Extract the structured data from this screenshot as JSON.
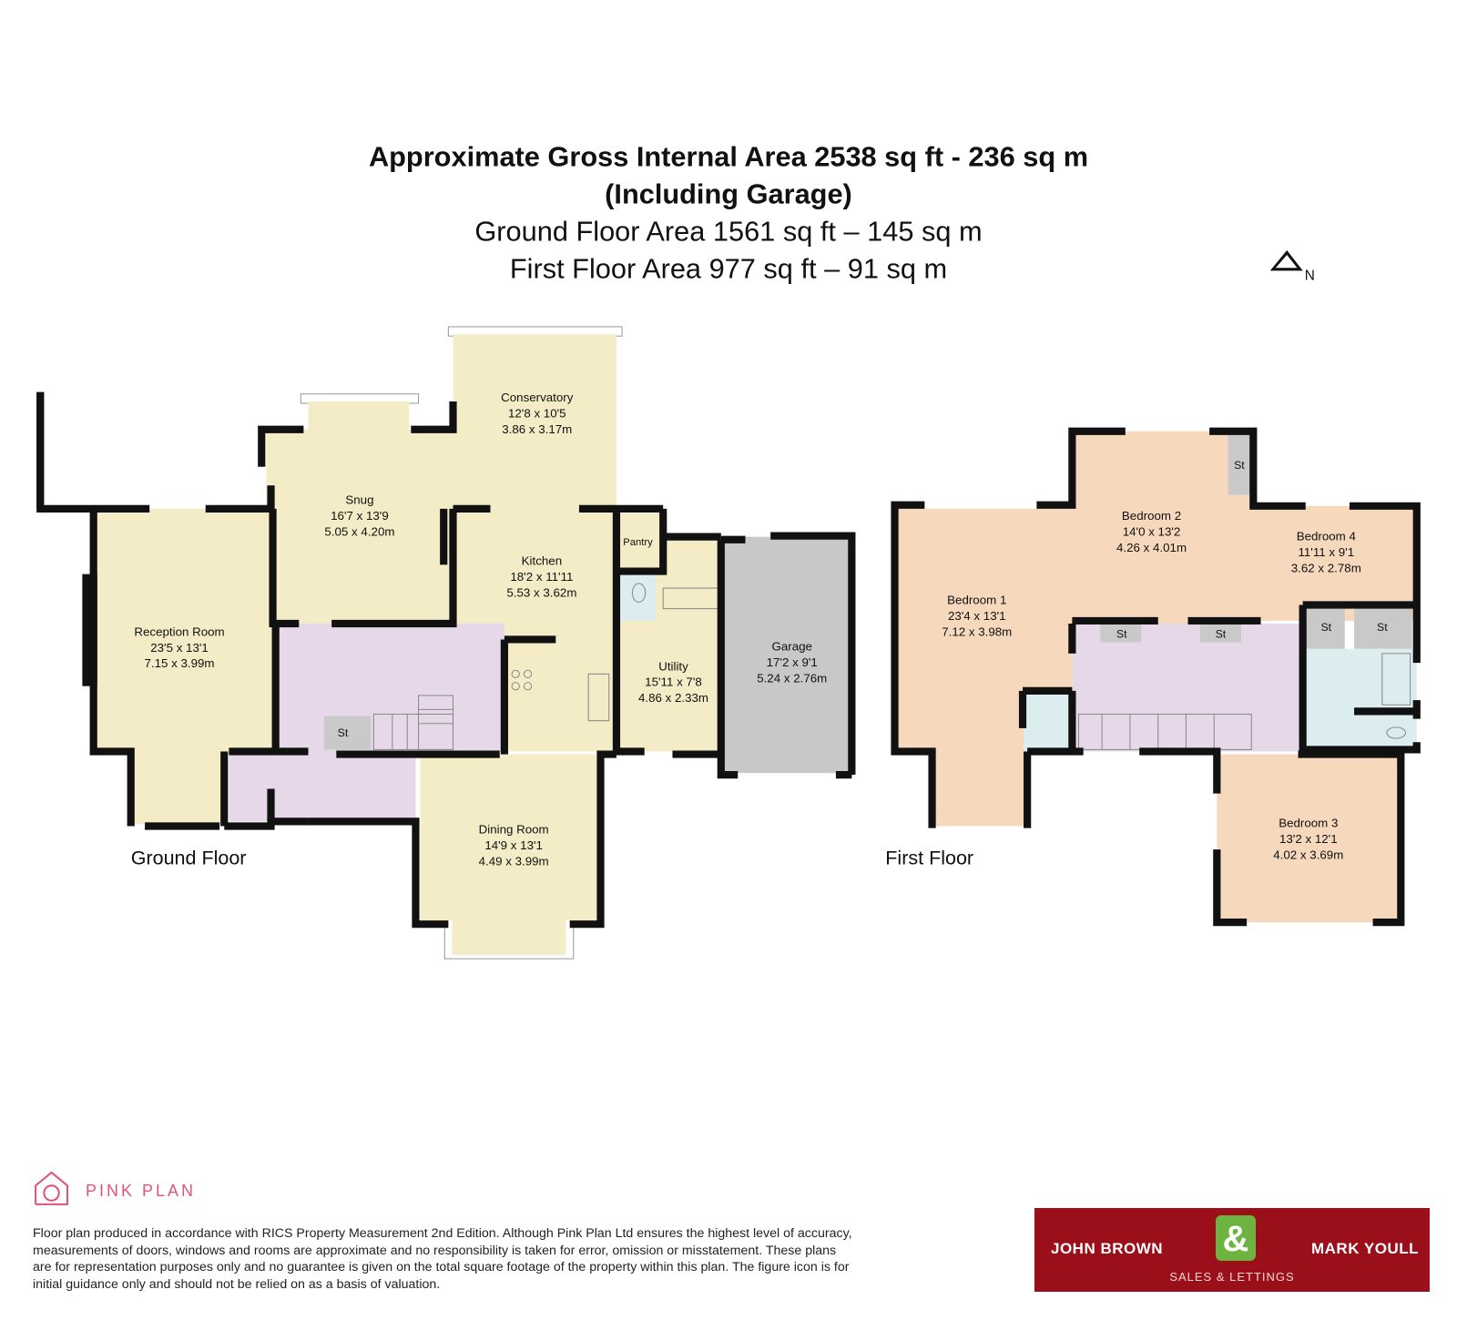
{
  "header": {
    "title_line1": "Approximate Gross Internal Area 2538 sq ft - 236 sq m",
    "title_line2": "(Including Garage)",
    "ground_area": "Ground Floor Area 1561 sq ft – 145 sq m",
    "first_area": "First Floor Area 977 sq ft – 91 sq m",
    "compass_label": "N"
  },
  "ground_floor": {
    "label": "Ground Floor",
    "rooms": {
      "conservatory": {
        "name": "Conservatory",
        "imperial": "12'8 x 10'5",
        "metric": "3.86 x 3.17m"
      },
      "snug": {
        "name": "Snug",
        "imperial": "16'7 x 13'9",
        "metric": "5.05 x 4.20m"
      },
      "kitchen": {
        "name": "Kitchen",
        "imperial": "18'2 x 11'11",
        "metric": "5.53 x 3.62m"
      },
      "pantry": {
        "name": "Pantry"
      },
      "reception": {
        "name": "Reception Room",
        "imperial": "23'5 x 13'1",
        "metric": "7.15 x 3.99m"
      },
      "utility": {
        "name": "Utility",
        "imperial": "15'11 x 7'8",
        "metric": "4.86 x 2.33m"
      },
      "garage": {
        "name": "Garage",
        "imperial": "17'2 x 9'1",
        "metric": "5.24 x 2.76m"
      },
      "dining": {
        "name": "Dining Room",
        "imperial": "14'9 x 13'1",
        "metric": "4.49 x 3.99m"
      },
      "store": {
        "name": "St"
      }
    }
  },
  "first_floor": {
    "label": "First Floor",
    "rooms": {
      "bedroom1": {
        "name": "Bedroom 1",
        "imperial": "23'4 x 13'1",
        "metric": "7.12 x 3.98m"
      },
      "bedroom2": {
        "name": "Bedroom 2",
        "imperial": "14'0 x 13'2",
        "metric": "4.26 x 4.01m"
      },
      "bedroom3": {
        "name": "Bedroom 3",
        "imperial": "13'2 x 12'1",
        "metric": "4.02 x 3.69m"
      },
      "bedroom4": {
        "name": "Bedroom 4",
        "imperial": "11'11 x 9'1",
        "metric": "3.62 x 2.78m"
      },
      "store": {
        "name": "St"
      }
    }
  },
  "footer": {
    "brand": "PINK PLAN",
    "disclaimer": "Floor plan produced in accordance with RICS Property Measurement 2nd Edition. Although Pink Plan Ltd ensures the highest level of accuracy, measurements of doors, windows and rooms are approximate and no responsibility is taken for error, omission or misstatement. These plans are for representation purposes only and no guarantee is given on the total square footage of the property within this plan. The figure icon is for initial guidance only and should not be relied on as a basis of valuation.",
    "agent_left": "JOHN BROWN",
    "agent_amp": "&",
    "agent_right": "MARK YOULL",
    "agent_tagline": "SALES & LETTINGS"
  },
  "colors": {
    "living": "#f3ecc6",
    "circulation": "#e6d8e9",
    "garage": "#c8c8c8",
    "bedroom": "#f6d8bd",
    "wet_room": "#dcedf0",
    "store": "#c9c9c9",
    "wall": "#111111",
    "brand_pink": "#e0537a",
    "agent_red": "#9b0f1a",
    "agent_green": "#6db33f"
  }
}
